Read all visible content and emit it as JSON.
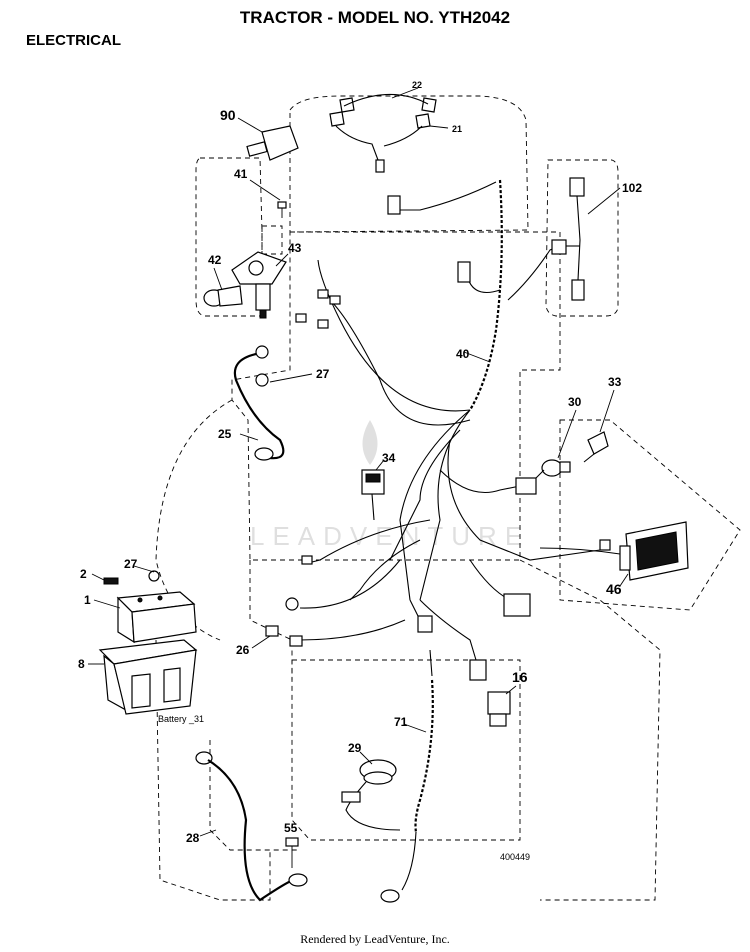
{
  "header": {
    "title": "TRACTOR - MODEL NO. YTH2042",
    "section": "ELECTRICAL"
  },
  "callouts": {
    "c90": "90",
    "c41": "41",
    "c42": "42",
    "c43": "43",
    "c22": "22",
    "c21": "21",
    "c102": "102",
    "c40": "40",
    "c27a": "27",
    "c25": "25",
    "c34": "34",
    "c30": "30",
    "c33": "33",
    "c46": "46",
    "c2": "2",
    "c27b": "27",
    "c1": "1",
    "c8": "8",
    "c26": "26",
    "c16": "16",
    "c71": "71",
    "c29": "29",
    "c28": "28",
    "c55": "55"
  },
  "labels": {
    "battery_note": "Battery _31",
    "drawing_number": "400449"
  },
  "footer": {
    "rendered_by": "Rendered by LeadVenture, Inc."
  }
}
